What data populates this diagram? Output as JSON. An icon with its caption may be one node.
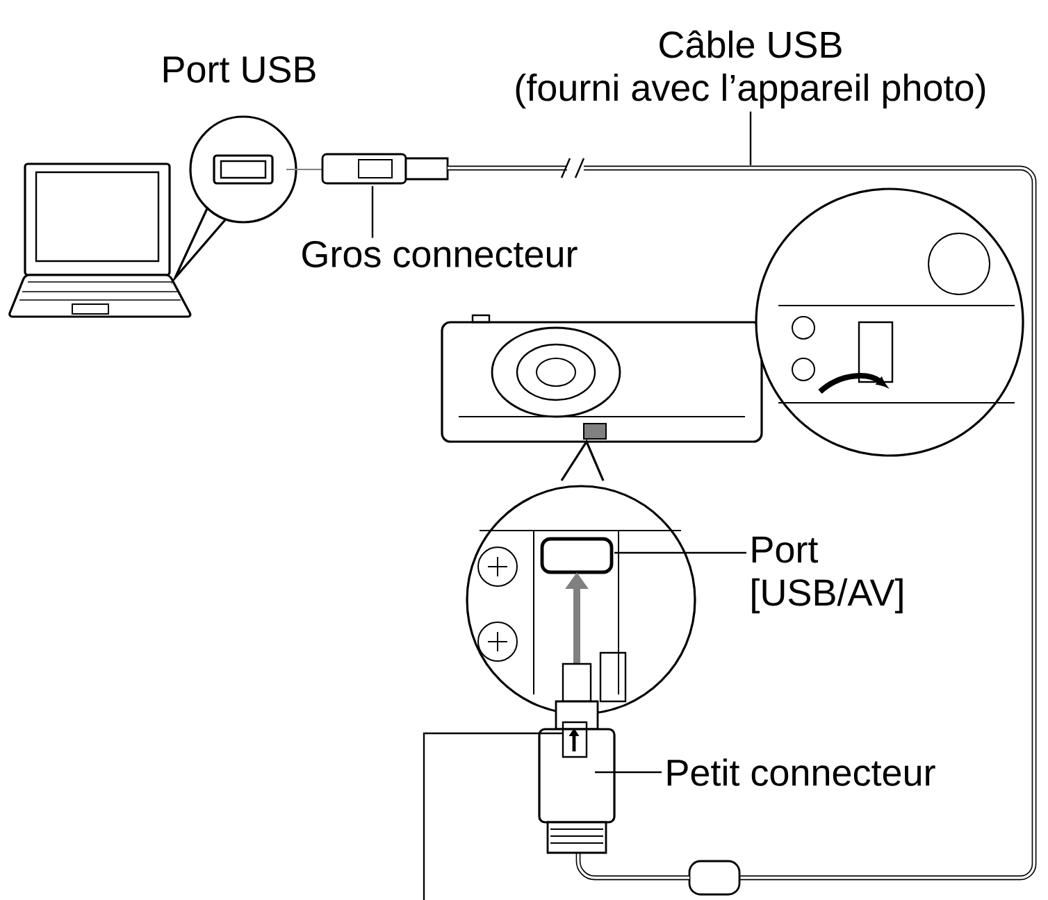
{
  "diagram": {
    "nodes": [
      {
        "text": [
          "Câble USB",
          "(fourni avec l’appareil photo)"
        ]
      },
      {
        "text": [
          "Gros connecteur"
        ]
      },
      {
        "text": [
          "Port [USB/AV]"
        ]
      },
      {
        "text": [
          "Petit connecteur"
        ]
      }
    ],
    "edges": [
      {
        "from": 0,
        "to": null,
        "arrow": "none"
      },
      {
        "from": 1,
        "to": null,
        "arrow": "none"
      },
      {
        "from": 2,
        "to": null,
        "arrow": "none"
      },
      {
        "from": 3,
        "to": null,
        "arrow": "none"
      }
    ],
    "labels": [
      "Port USB"
    ]
  }
}
